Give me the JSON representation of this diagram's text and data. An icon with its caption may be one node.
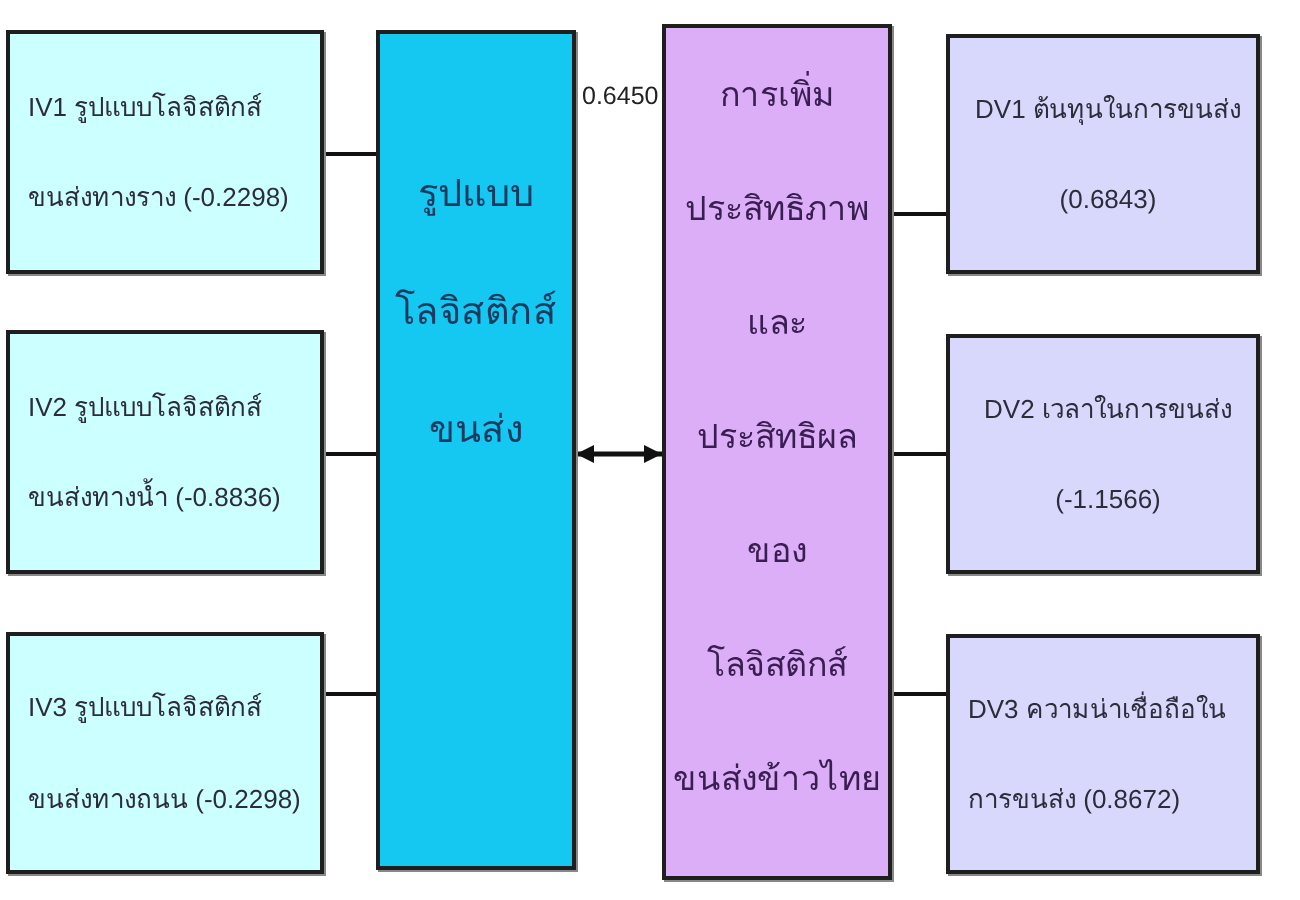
{
  "diagram": {
    "nodes": [
      {
        "text": [
          "IV1 รูปแบบโลจิสติกส์ขนส่งทางราง (-0.2298)"
        ]
      },
      {
        "text": [
          "IV2 รูปแบบโลจิสติกส์ขนส่งทางน้ำ (-0.8836)"
        ]
      },
      {
        "text": [
          "IV3 รูปแบบโลจิสติกส์ขนส่งทางถนน (-0.2298)"
        ]
      },
      {
        "text": [
          "รูปแบบโลจิสติกส์ขนส่ง"
        ]
      },
      {
        "text": [
          "การเพิ่มประสิทธิภาพและประสิทธิผลของโลจิสติกส์ขนส่งข้าวไทย"
        ]
      },
      {
        "text": [
          "DV1 ต้นทุนในการขนส่ง (0.6843)"
        ]
      },
      {
        "text": [
          "DV2 เวลาในการขนส่ง (-1.1566)"
        ]
      },
      {
        "text": [
          "DV3 ความน่าเชื่อถือในการขนส่ง (0.8672)"
        ]
      }
    ],
    "edges": [
      {
        "from": 0,
        "to": 3,
        "arrow": "none"
      },
      {
        "from": 1,
        "to": 3,
        "arrow": "none"
      },
      {
        "from": 2,
        "to": 3,
        "arrow": "none"
      },
      {
        "from": 3,
        "to": 4,
        "arrow": "both"
      },
      {
        "from": 4,
        "to": 5,
        "arrow": "none"
      },
      {
        "from": 4,
        "to": 6,
        "arrow": "none"
      },
      {
        "from": 4,
        "to": 7,
        "arrow": "none"
      }
    ],
    "labels": [
      "0.6450"
    ]
  }
}
